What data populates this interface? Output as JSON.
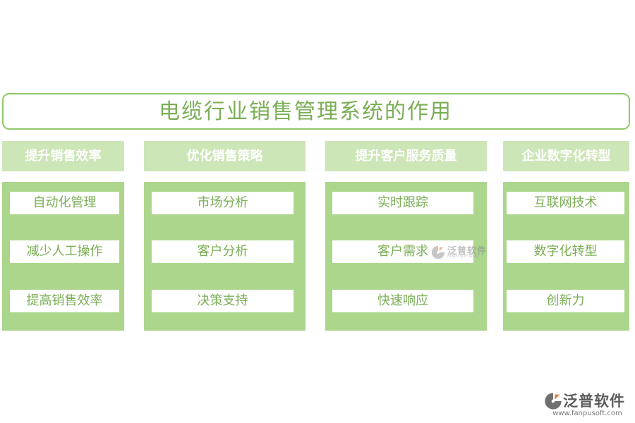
{
  "title": "电缆行业销售管理系统的作用",
  "columns": [
    {
      "header": "提升销售效率",
      "items": [
        "自动化管理",
        "减少人工操作",
        "提高销售效率"
      ]
    },
    {
      "header": "优化销售策略",
      "items": [
        "市场分析",
        "客户分析",
        "决策支持"
      ]
    },
    {
      "header": "提升客户服务质量",
      "items": [
        "实时跟踪",
        "客户需求",
        "快速响应"
      ]
    },
    {
      "header": "企业数字化转型",
      "items": [
        "互联网技术",
        "数字化转型",
        "创新力"
      ]
    }
  ],
  "watermark": {
    "text": "泛普软件",
    "sub": "FANPU SOFTWARE",
    "icon": "fanpu-logo-icon"
  },
  "logo": {
    "text": "泛普软件",
    "url": "www.fanpusoft.com",
    "icon": "fanpu-logo-icon"
  },
  "colors": {
    "title_border": "#8fc86a",
    "title_text": "#7aae55",
    "header_bg": "#cce6b7",
    "body_bg": "#acd68c",
    "item_text": "#7aae55"
  }
}
